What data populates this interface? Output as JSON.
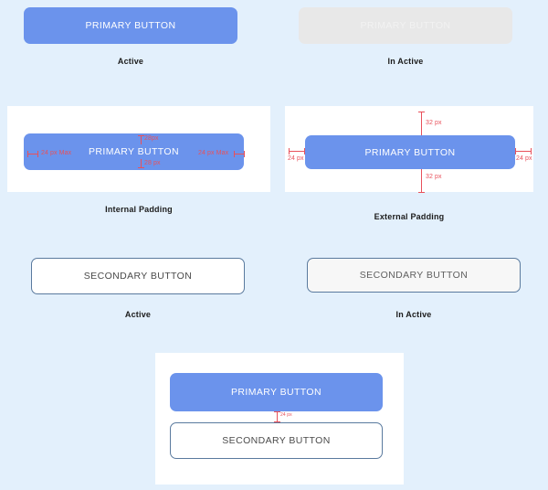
{
  "theme": {
    "page_background": "#e3f0fc",
    "primary_color": "#6b93ec",
    "primary_inactive_color": "#e8e8e8",
    "secondary_border_color": "#5a7a9e",
    "secondary_inactive_background": "#f7f7f7",
    "annotation_color": "#e8515b",
    "card_background": "#ffffff",
    "caption_color": "#1b1b1b"
  },
  "sections": {
    "primary_active": {
      "button_label": "PRIMARY BUTTON",
      "caption": "Active"
    },
    "primary_inactive": {
      "button_label": "PRIMARY BUTTON",
      "caption": "In Active"
    },
    "internal_padding": {
      "button_label": "PRIMARY BUTTON",
      "caption": "Internal Padding",
      "top_label": "28px",
      "bottom_label": "28 px",
      "left_label": "24 px Max",
      "right_label": "24 px Max"
    },
    "external_padding": {
      "button_label": "PRIMARY BUTTON",
      "caption": "External Padding",
      "top_label": "32 px",
      "bottom_label": "32 px",
      "left_label": "24 px",
      "right_label": "24 px"
    },
    "secondary_active": {
      "button_label": "SECONDARY BUTTON",
      "caption": "Active"
    },
    "secondary_inactive": {
      "button_label": "SECONDARY BUTTON",
      "caption": "In Active"
    },
    "button_stack": {
      "primary_label": "PRIMARY BUTTON",
      "secondary_label": "SECONDARY BUTTON",
      "gap_label": "24 px"
    }
  }
}
